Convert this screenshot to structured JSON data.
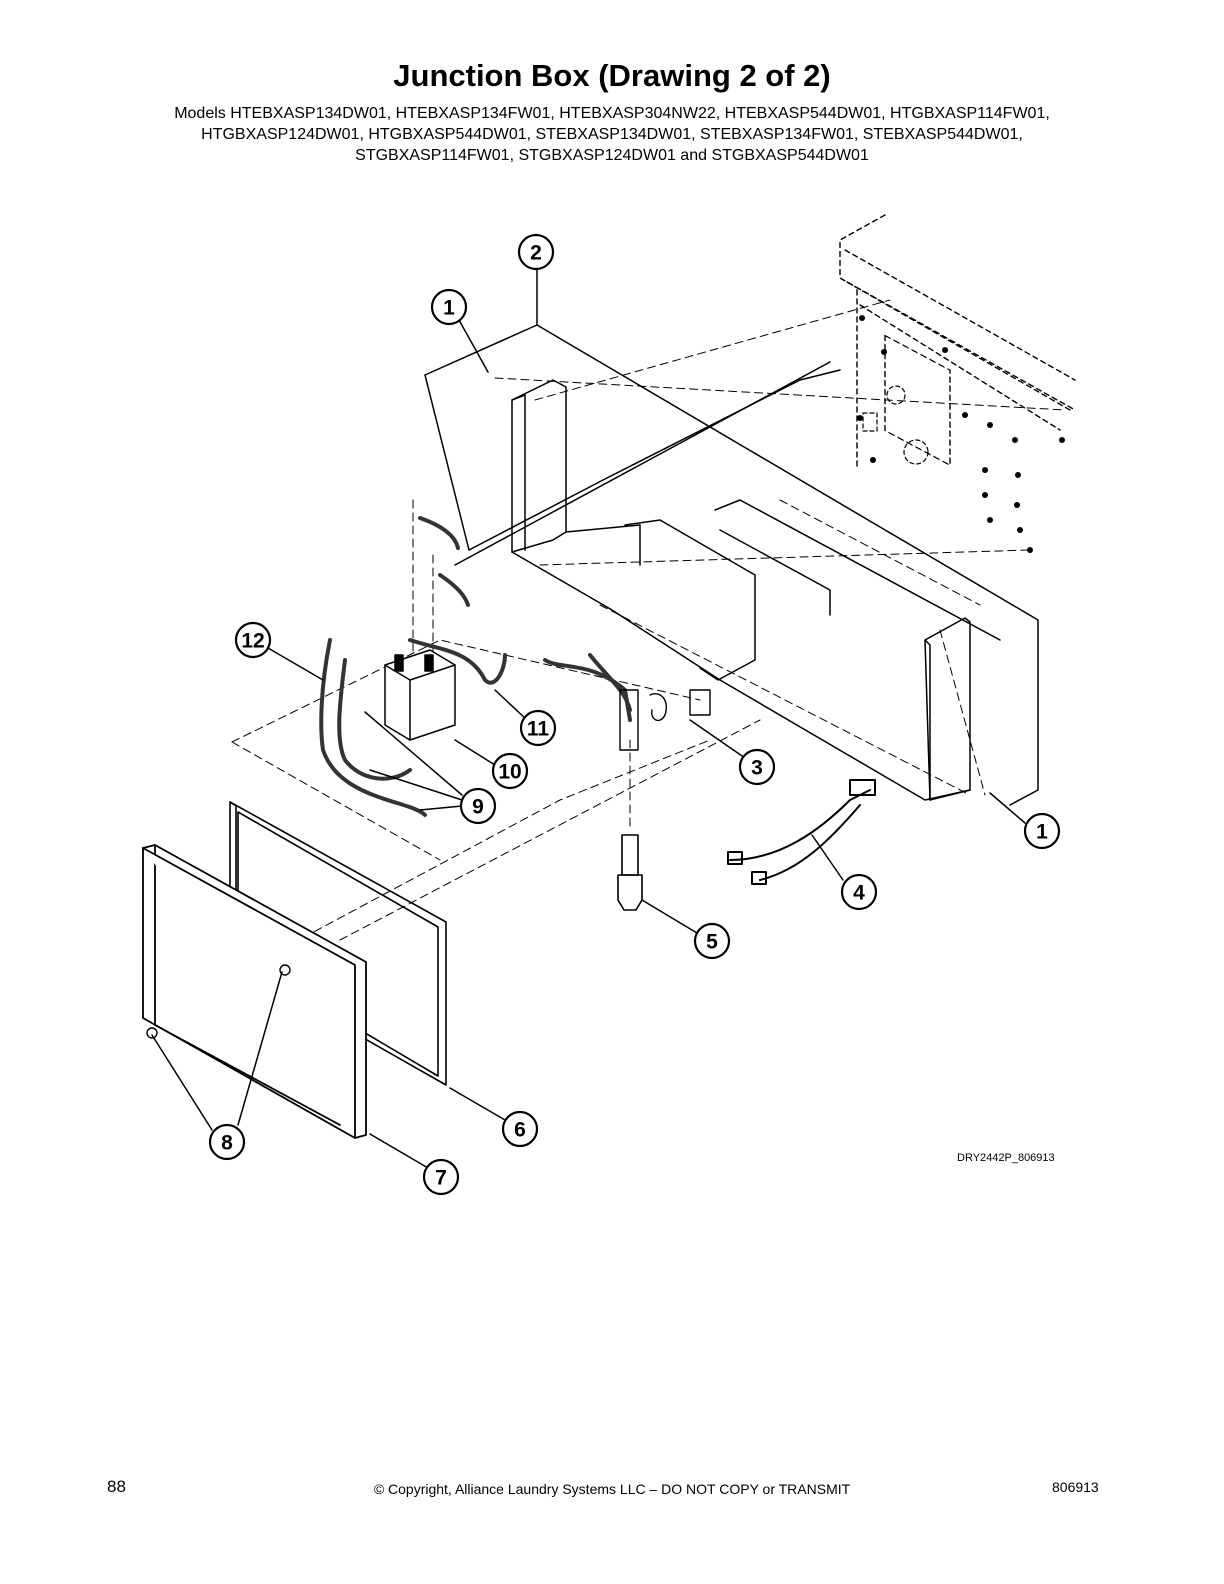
{
  "title": "Junction Box (Drawing 2 of 2)",
  "models": [
    "Models HTEBXASP134DW01, HTEBXASP134FW01, HTEBXASP304NW22, HTEBXASP544DW01, HTGBXASP114FW01,",
    "HTGBXASP124DW01, HTGBXASP544DW01, STEBXASP134DW01, STEBXASP134FW01, STEBXASP544DW01,",
    "STGBXASP114FW01, STGBXASP124DW01 and STGBXASP544DW01"
  ],
  "callouts": [
    "2",
    "1",
    "12",
    "11",
    "10",
    "3",
    "9",
    "1",
    "4",
    "5",
    "6",
    "8",
    "7"
  ],
  "drawing_code": "DRY2442P_806913",
  "footer": {
    "page_number": "88",
    "copyright": "© Copyright, Alliance Laundry Systems LLC – DO NOT COPY or TRANSMIT",
    "doc_number": "806913"
  }
}
